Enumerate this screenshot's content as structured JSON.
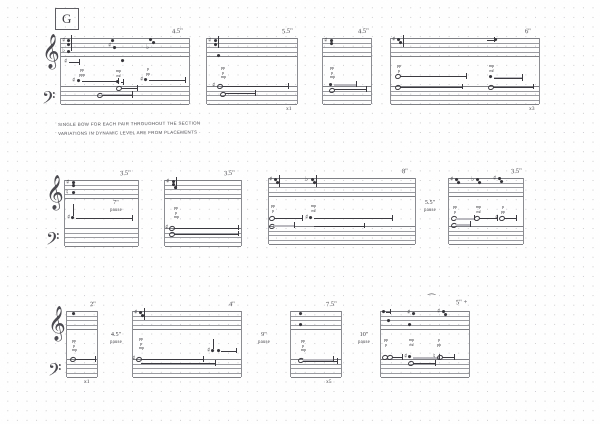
{
  "page": {
    "kind": "handwritten-music-manuscript",
    "paper": "dot-grid",
    "rehearsal_mark": "G",
    "ink_color": "#3a3a40",
    "paper_color": "#fefefe",
    "grid_dot_color": "#c9c9cf"
  },
  "performance_note": {
    "line1": "Single bow for each pair throughout the section",
    "line2": "Variations in dynamic level are from placements"
  },
  "clefs": {
    "treble": "𝄞",
    "bass": "𝄢"
  },
  "systems": [
    {
      "id": "s1",
      "row": 1,
      "duration": "4.5\"",
      "repeat": "",
      "gap_before": "",
      "gap_label": ""
    },
    {
      "id": "s2",
      "row": 1,
      "duration": "5.5\"",
      "repeat": "x1",
      "gap_before": "",
      "gap_label": ""
    },
    {
      "id": "s3",
      "row": 1,
      "duration": "4.5\"",
      "repeat": "",
      "gap_before": "",
      "gap_label": ""
    },
    {
      "id": "s4",
      "row": 1,
      "duration": "6\"",
      "repeat": "x3",
      "gap_before": "",
      "gap_label": ""
    },
    {
      "id": "s5",
      "row": 2,
      "duration": "3.5\"",
      "repeat": "",
      "gap_before": "7\"",
      "gap_label": "pause"
    },
    {
      "id": "s6",
      "row": 2,
      "duration": "3.5\"",
      "repeat": "",
      "gap_before": "",
      "gap_label": ""
    },
    {
      "id": "s7",
      "row": 2,
      "duration": "8\"",
      "repeat": "",
      "gap_before": "5.5\"",
      "gap_label": "pause"
    },
    {
      "id": "s8",
      "row": 2,
      "duration": "3.5\"",
      "repeat": "",
      "gap_before": "",
      "gap_label": ""
    },
    {
      "id": "s9",
      "row": 3,
      "duration": "2\"",
      "repeat": "x1",
      "gap_before": "4.5\"",
      "gap_label": "pause"
    },
    {
      "id": "s10",
      "row": 3,
      "duration": "4\"",
      "repeat": "",
      "gap_before": "9\"",
      "gap_label": "pause"
    },
    {
      "id": "s11",
      "row": 3,
      "duration": "7.5\"",
      "repeat": "x5",
      "gap_before": "10\"",
      "gap_label": "pause"
    },
    {
      "id": "s12",
      "row": 3,
      "duration": "5\" +",
      "repeat": "",
      "gap_before": "",
      "gap_label": ""
    }
  ],
  "dynamics_stacks": [
    "pp",
    "ppp",
    "mp",
    "mf",
    "p"
  ],
  "fermata_glyph": "⁀"
}
